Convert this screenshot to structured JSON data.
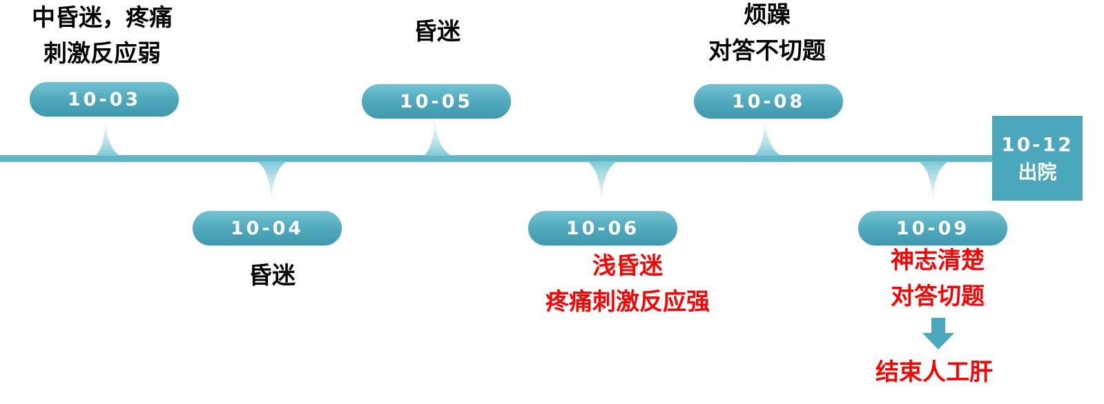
{
  "timeline": {
    "events": [
      {
        "date": "10-03",
        "position": "above",
        "lines": [
          "中昏迷，疼痛",
          "刺激反应弱"
        ],
        "color": "black"
      },
      {
        "date": "10-04",
        "position": "below",
        "lines": [
          "昏迷"
        ],
        "color": "black"
      },
      {
        "date": "10-05",
        "position": "above",
        "lines": [
          "昏迷"
        ],
        "color": "black"
      },
      {
        "date": "10-06",
        "position": "below",
        "lines": [
          "浅昏迷",
          "疼痛刺激反应强"
        ],
        "color": "red"
      },
      {
        "date": "10-08",
        "position": "above",
        "lines": [
          "烦躁",
          "对答不切题"
        ],
        "color": "black"
      },
      {
        "date": "10-09",
        "position": "below",
        "lines": [
          "神志清楚",
          "对答切题"
        ],
        "color": "red"
      }
    ],
    "end": {
      "date": "10-12",
      "label": "出院"
    },
    "followup": {
      "text": "结束人工肝",
      "color": "red"
    }
  },
  "colors": {
    "accent": "#4ea7bb",
    "axis": "#5fb6c9",
    "highlight": "#ff0000",
    "text": "#000000"
  }
}
